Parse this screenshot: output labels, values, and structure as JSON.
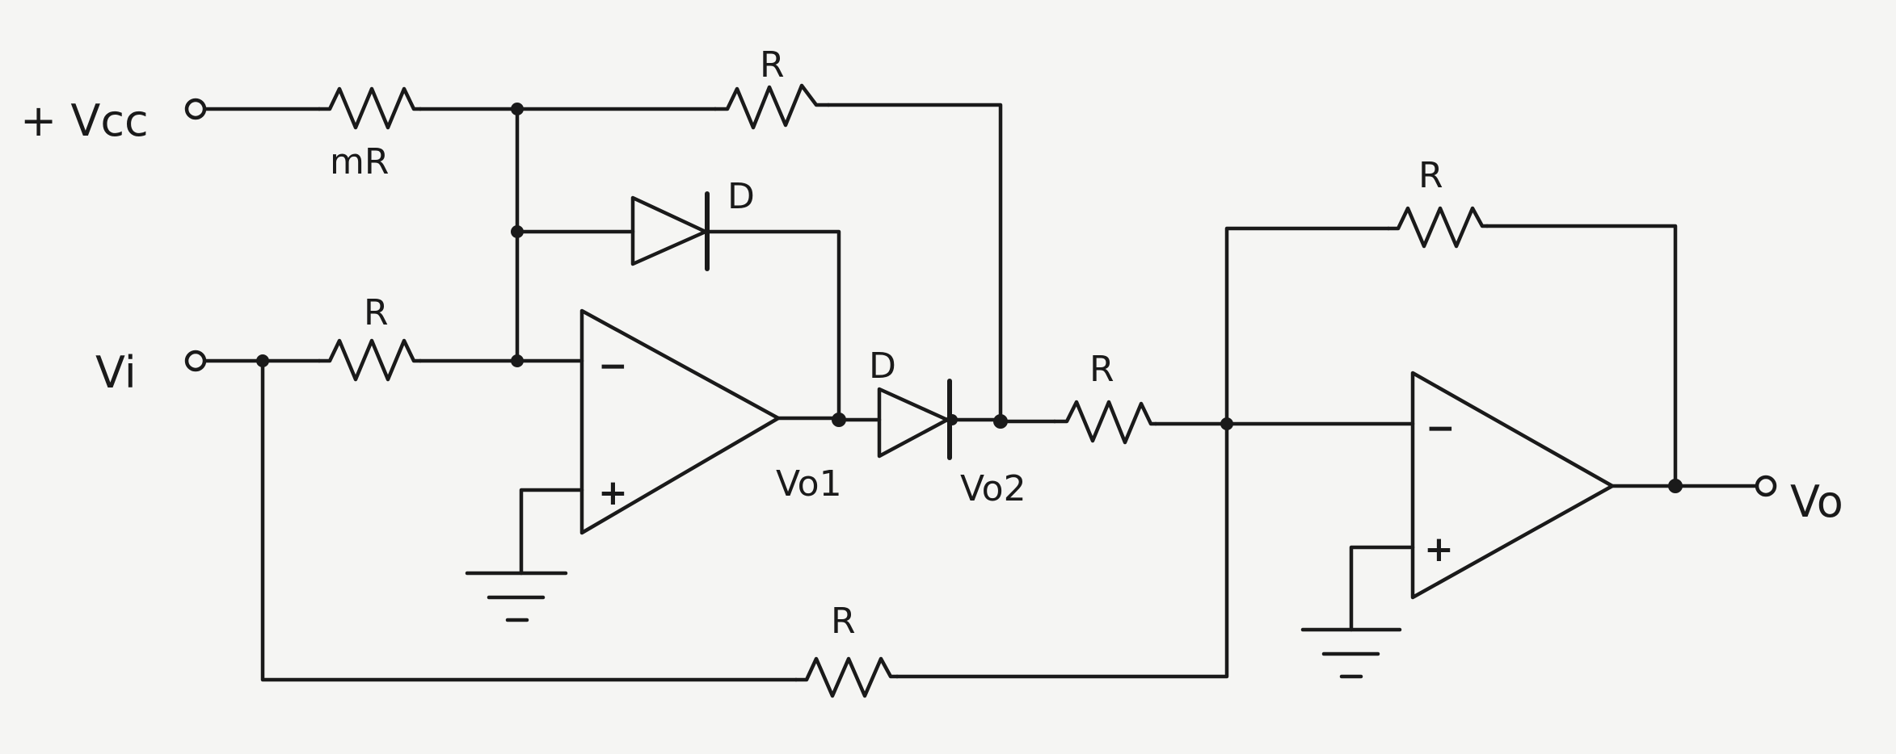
{
  "labels": {
    "vcc": "+ Vcc",
    "vi": "Vi",
    "vo": "Vo",
    "vo1": "Vo1",
    "vo2": "Vo2",
    "r_mr": "mR",
    "r_top": "R",
    "r_feedback2": "R",
    "r_input": "R",
    "r_mid": "R",
    "r_bottom": "R",
    "d_feedback": "D",
    "d_output": "D",
    "opamp1_minus": "−",
    "opamp1_plus": "+",
    "opamp2_minus": "−",
    "opamp2_plus": "+"
  }
}
